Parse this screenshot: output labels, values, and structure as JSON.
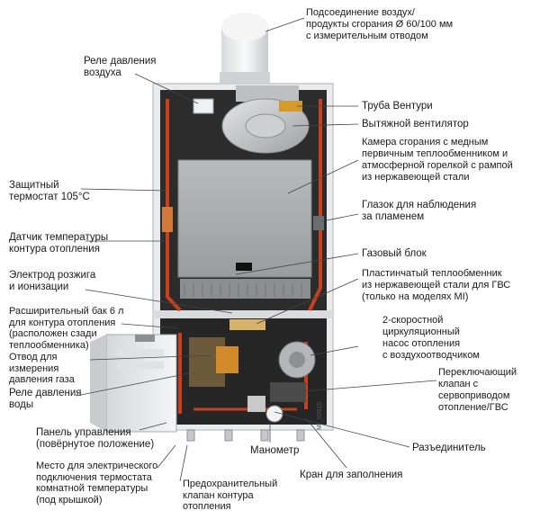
{
  "labels": {
    "air_gas_connection": "Подсоединение воздух/\nпродукты сгорания Ø 60/100 мм\nс измерительным отводом",
    "air_pressure_relay": "Реле давления\nвоздуха",
    "venturi_tube": "Труба Вентури",
    "exhaust_fan": "Вытяжной вентилятор",
    "combustion_chamber": "Камера сгорания с медным\nпервичным теплообменником и\nатмосферной горелкой с рампой\nиз нержавеющей стали",
    "safety_thermostat": "Защитный\nтермостат 105°C",
    "flame_window": "Глазок для наблюдения\nза пламенем",
    "heating_temp_sensor": "Датчик температуры\nконтура отопления",
    "gas_valve": "Газовый блок",
    "ignition_electrode": "Электрод розжига\nи ионизации",
    "plate_heat_exchanger": "Пластинчатый теплообменник\nиз нержавеющей стали для ГВС\n(только на моделях MI)",
    "expansion_tank": "Расширительный бак 6 л\nдля контура отопления\n(расположен сзади\nтеплообменника)",
    "circulation_pump": "2-скоростной\nциркуляционный\nнасос отопления\nс воздухоотводчиком",
    "gas_pressure_tap": "Отвод для\nизмерения\nдавления газа",
    "water_pressure_relay": "Реле давления\nводы",
    "diverter_valve": "Переключающий\nклапан с\nсервоприводом\nотопление/ГВС",
    "control_panel": "Панель управления\n(повёрнутое положение)",
    "disconnector": "Разъединитель",
    "manometer": "Манометр",
    "room_thermostat_connection": "Место для электрического\nподключения термостата\nкомнатной температуры\n(под крышкой)",
    "safety_valve": "Предохранительный\nклапан контура\nотопления",
    "fill_valve": "Кран для заполнения",
    "image_code": "MI_00015"
  },
  "colors": {
    "pipe_red": "#c8411c",
    "chamber_grey": "#a9abad",
    "frame_white": "#eef0f2",
    "leader_line": "#444444"
  }
}
